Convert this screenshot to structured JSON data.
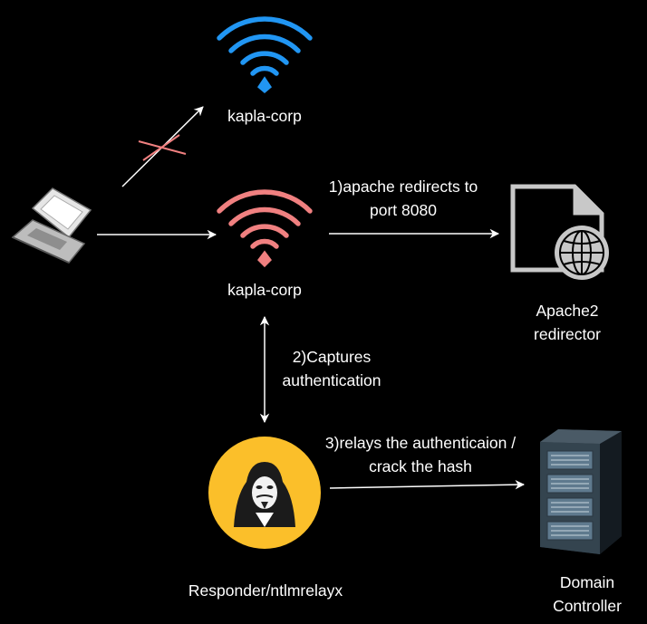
{
  "nodes": {
    "legit_ap": {
      "label": "kapla-corp",
      "color": "#2196f3"
    },
    "rogue_ap": {
      "label": "kapla-corp",
      "color": "#f08080"
    },
    "apache": {
      "label_line1": "Apache2",
      "label_line2": "redirector"
    },
    "attacker": {
      "label": "Responder/ntlmrelayx",
      "circle_color": "#fbbf2a"
    },
    "dc": {
      "label_line1": "Domain",
      "label_line2": "Controller"
    }
  },
  "edges": {
    "apache_redirect": {
      "line1": "1)apache redirects to",
      "line2": "port 8080"
    },
    "capture": {
      "line1": "2)Captures",
      "line2": "authentication"
    },
    "relay": {
      "line1": "3)relays the authenticaion /",
      "line2": "crack the hash"
    }
  },
  "colors": {
    "background": "#000000",
    "arrow": "#ffffff",
    "blocked_marker": "#f08080"
  }
}
